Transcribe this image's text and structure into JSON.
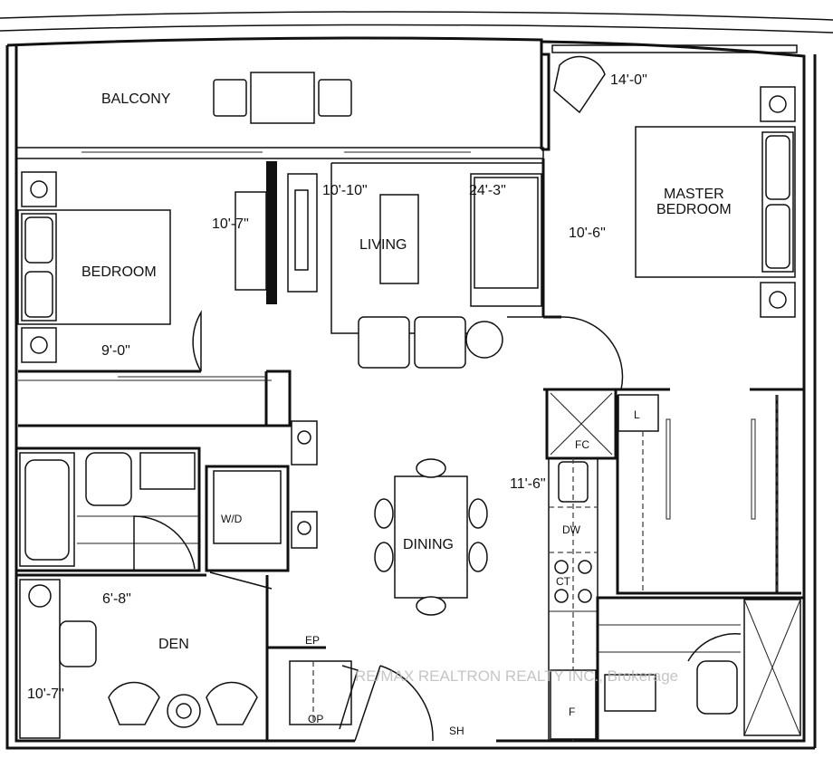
{
  "rooms": {
    "balcony": "BALCONY",
    "master_bedroom_line1": "MASTER",
    "master_bedroom_line2": "BEDROOM",
    "living": "LIVING",
    "bedroom": "BEDROOM",
    "dining": "DINING",
    "den": "DEN",
    "wd": "W/D",
    "laundry": "L",
    "fc": "FC",
    "dw": "DW",
    "ct": "CT",
    "ep": "EP",
    "op": "OP",
    "sh": "SH",
    "fridge": "F"
  },
  "dimensions": {
    "master_width": "14'-0\"",
    "living_width": "10'-10\"",
    "living_length": "24'-3\"",
    "bedroom_depth": "10'-7\"",
    "master_depth": "10'-6\"",
    "bedroom_width": "9'-0\"",
    "kitchen_length": "11'-6\"",
    "bath_width": "6'-8\"",
    "den_depth": "10'-7\""
  },
  "watermark": "RE/MAX REALTRON REALTY INC., Brokerage"
}
